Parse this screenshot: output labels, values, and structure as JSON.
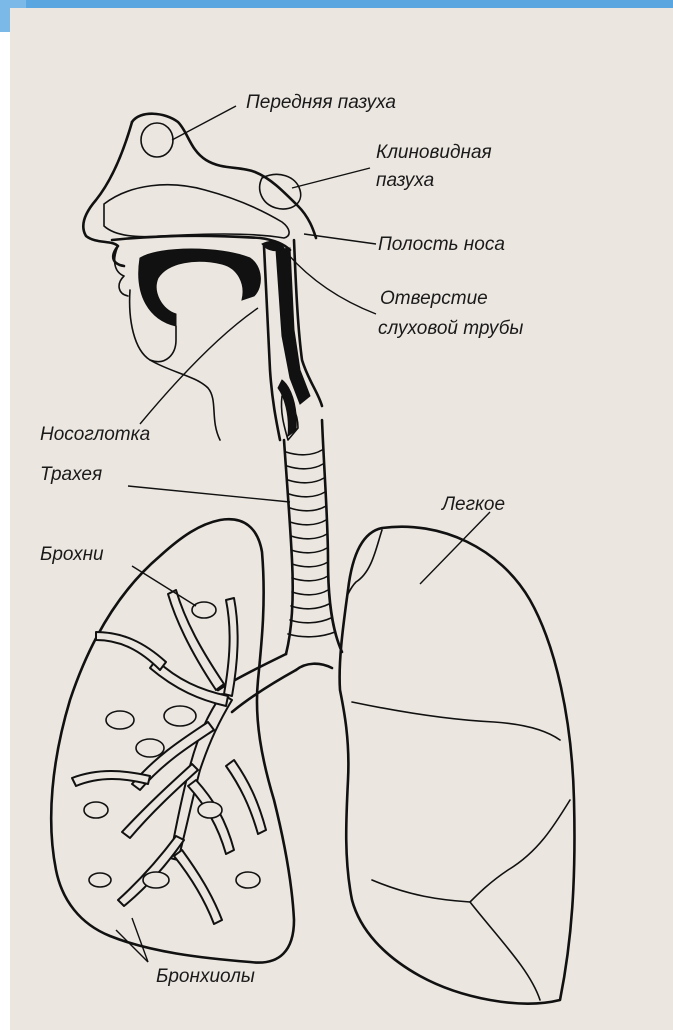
{
  "colors": {
    "accent_bar": "#5aa6e0",
    "background": "#ebe6e0",
    "ink": "#111111"
  },
  "labels": {
    "frontal_sinus": "Передняя пазуха",
    "sphenoid_sinus_line1": "Клиновидная",
    "sphenoid_sinus_line2": "пазуха",
    "nasal_cavity": "Полость носа",
    "eustachian_line1": "Отверстие",
    "eustachian_line2": "слуховой трубы",
    "nasopharynx": "Носоглотка",
    "trachea": "Трахея",
    "lung": "Легкое",
    "bronchi": "Брохни",
    "bronchioles": "Бронхиолы"
  }
}
